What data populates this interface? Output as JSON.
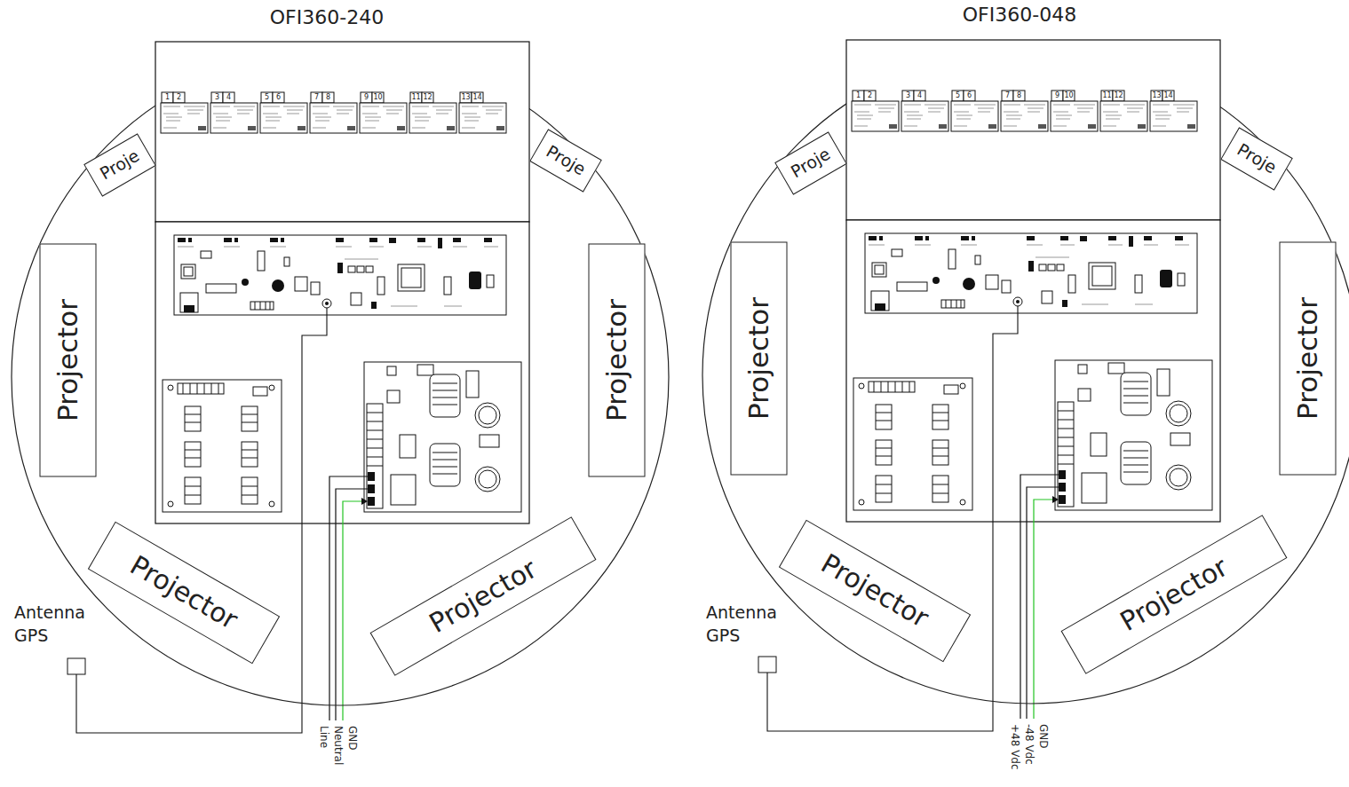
{
  "diagram": {
    "nodes": [
      {
        "text": [
          "OFI360-240"
        ]
      },
      {
        "text": [
          "Proje"
        ],
        "in": 0
      },
      {
        "text": [
          "Proje"
        ],
        "in": 0
      },
      {
        "text": [
          "Projector"
        ],
        "in": 0
      },
      {
        "text": [
          "Projector"
        ],
        "in": 0
      },
      {
        "text": [
          "Projector"
        ],
        "in": 0
      },
      {
        "text": [
          "Projector"
        ],
        "in": 0
      },
      {
        "text": [
          "OFI360-048"
        ]
      },
      {
        "text": [
          "Proje"
        ],
        "in": 7
      },
      {
        "text": [
          "Proje"
        ],
        "in": 7
      },
      {
        "text": [
          "Projector"
        ],
        "in": 7
      },
      {
        "text": [
          "Projector"
        ],
        "in": 7
      },
      {
        "text": [
          "Projector"
        ],
        "in": 7
      },
      {
        "text": [
          "Projector"
        ],
        "in": 7
      }
    ],
    "labels": [
      "1",
      "2",
      "3",
      "4",
      "5",
      "6",
      "7",
      "8",
      "9",
      "10",
      "11",
      "12",
      "13",
      "14",
      "Antenna GPS",
      "Line",
      "Neutral",
      "GND",
      "1",
      "2",
      "3",
      "4",
      "5",
      "6",
      "7",
      "8",
      "9",
      "10",
      "11",
      "12",
      "13",
      "14",
      "Antenna GPS",
      "+48 Vdc",
      "-48 Vdc",
      "GND"
    ]
  }
}
